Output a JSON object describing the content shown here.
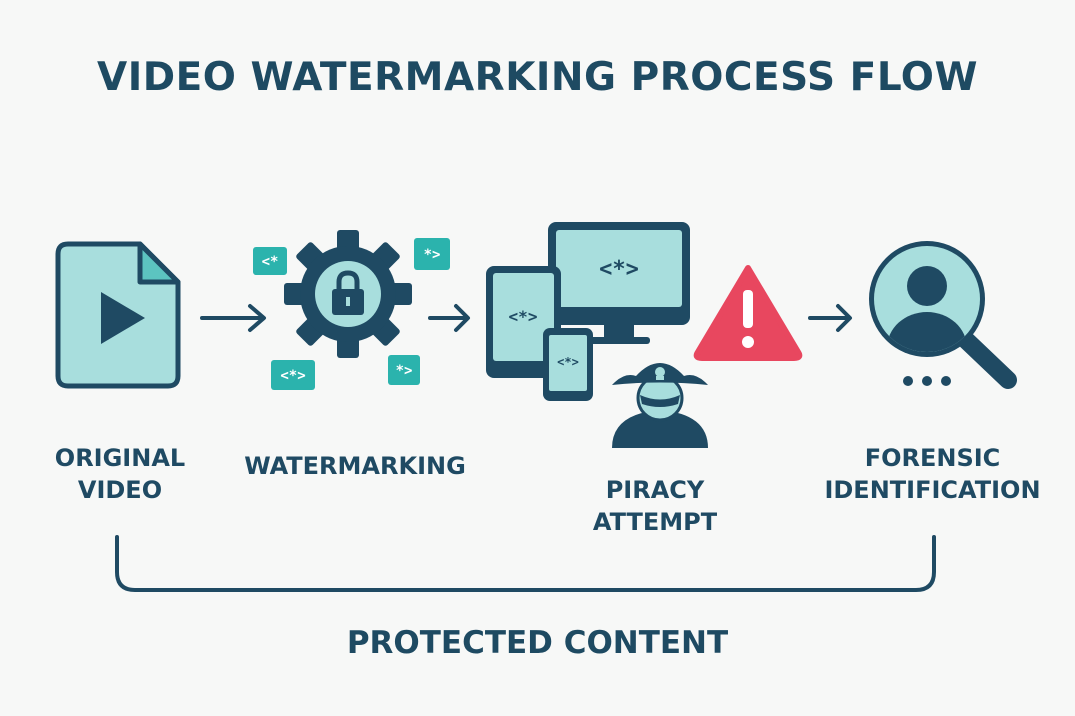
{
  "title": "VIDEO WATERMARKING PROCESS FLOW",
  "steps": [
    {
      "id": "original",
      "label_lines": [
        "ORIGINAL",
        "VIDEO"
      ],
      "icon": "video-file-icon"
    },
    {
      "id": "watermarking",
      "label_lines": [
        "WATERMARKING"
      ],
      "icon": "gear-lock-icon"
    },
    {
      "id": "piracy",
      "label_lines": [
        "PIRACY",
        "ATTEMPT"
      ],
      "icon": "pirate-devices-icon"
    },
    {
      "id": "forensic",
      "label_lines": [
        "FORENSIC",
        "IDENTIFICATION"
      ],
      "icon": "magnifier-person-icon"
    }
  ],
  "code_tags": {
    "tag_a": "<*",
    "tag_b": "*>",
    "tag_c": "<*>",
    "tag_d": "*>",
    "monitor": "<*>",
    "tablet": "<*>",
    "phone": "<*>"
  },
  "bracket_label": "PROTECTED CONTENT",
  "colors": {
    "dark": "#1f4a63",
    "teal_fill": "#a8dedd",
    "teal": "#2bb3ad",
    "warning": "#e8475f",
    "background": "#f7f8f7"
  }
}
